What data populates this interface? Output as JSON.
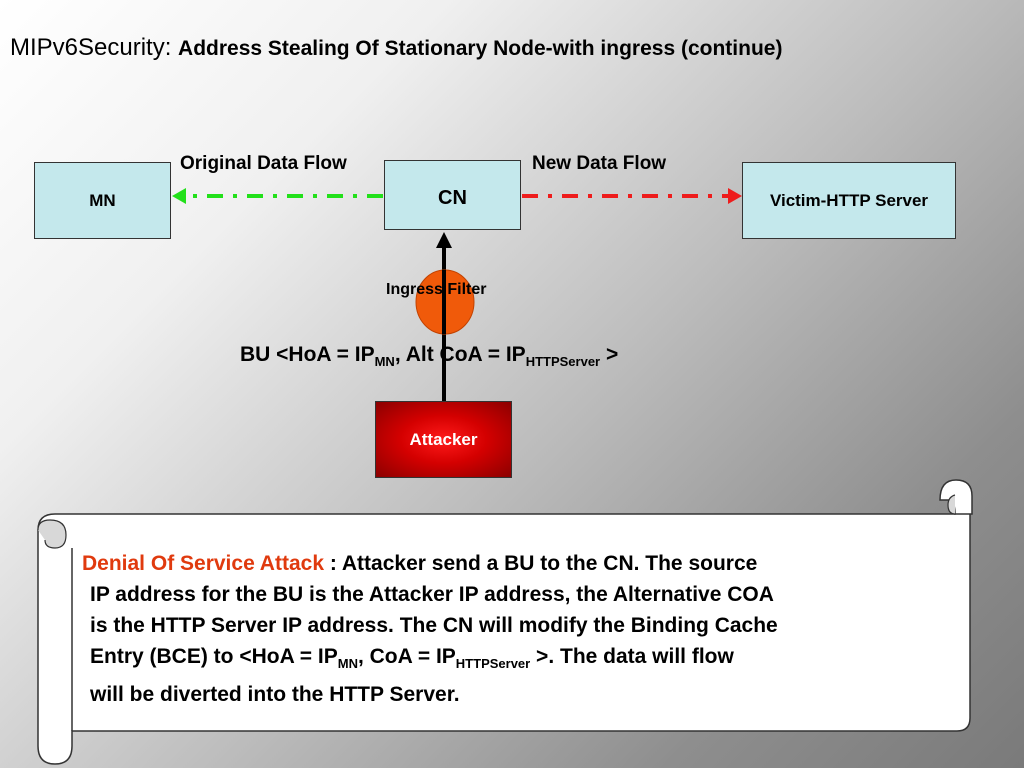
{
  "title": {
    "lead": "MIPv6Security: ",
    "sub": "Address Stealing Of Stationary Node-with ingress (continue)"
  },
  "nodes": {
    "mn": "MN",
    "cn": "CN",
    "victim": "Victim-HTTP Server",
    "attacker": "Attacker"
  },
  "flows": {
    "original": "Original Data Flow",
    "new": "New Data Flow",
    "original_color": "#22e01a",
    "new_color": "#ee1c1c"
  },
  "filter": {
    "label": "Ingress Filter",
    "color": "#f05a0a"
  },
  "bu": {
    "prefix": "BU <HoA = IP",
    "hoa_sub": "MN",
    "middle": ", Alt CoA = IP",
    "coa_sub": "HTTPServer",
    "suffix": " >"
  },
  "scroll": {
    "highlight": "Denial Of Service Attack",
    "line1": " : Attacker send a BU to the CN. The source",
    "line2": "IP address for the BU is the Attacker IP address, the Alternative COA",
    "line3": "is the HTTP Server IP address. The CN will modify the  Binding Cache",
    "line4a": "Entry (BCE) to <HoA = IP",
    "line4_sub1": "MN",
    "line4b": ", CoA = IP",
    "line4_sub2": "HTTPServer",
    "line4c": " >. The data will flow",
    "line5": "will be diverted into the HTTP Server.",
    "highlight_color": "#e03a0e"
  }
}
